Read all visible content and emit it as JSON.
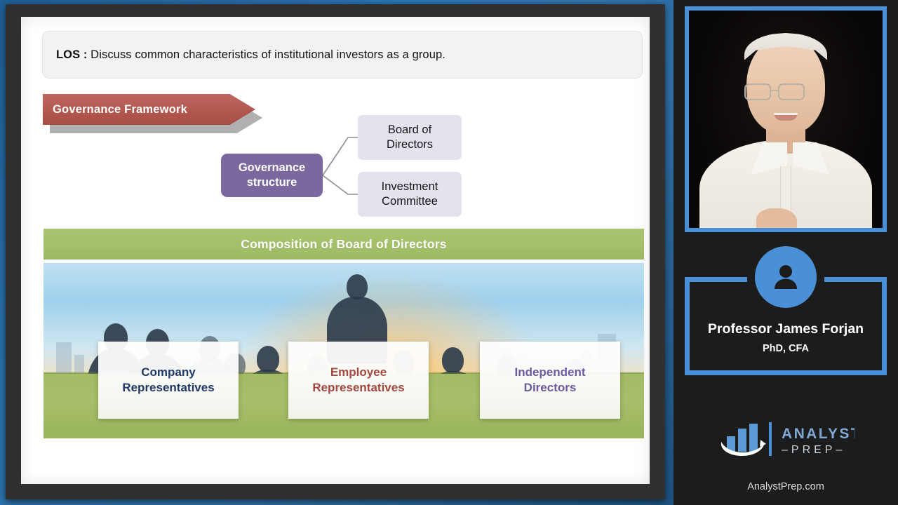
{
  "slide": {
    "los": {
      "label": "LOS :",
      "text": " Discuss common characteristics of institutional investors as a group."
    },
    "banner": {
      "label": "Governance Framework",
      "color": "#b2584f"
    },
    "diagram": {
      "root": {
        "line1": "Governance",
        "line2": "structure",
        "color": "#7a689f"
      },
      "leaves": [
        {
          "line1": "Board of",
          "line2": "Directors"
        },
        {
          "line1": "Investment",
          "line2": "Committee"
        }
      ],
      "leaf_color": "#e4e2ec"
    },
    "section": {
      "header": "Composition of Board of Directors",
      "color": "#a3bf68"
    },
    "cards": [
      {
        "line1": "Company",
        "line2": "Representatives",
        "color": "#1f3864"
      },
      {
        "line1": "Employee",
        "line2": "Representatives",
        "color": "#a4473f"
      },
      {
        "line1": "Independent",
        "line2": "Directors",
        "color": "#6d5a9e"
      }
    ]
  },
  "sidebar": {
    "video": {
      "alt": "presenter-video"
    },
    "presenter": {
      "name": "Professor James Forjan",
      "credentials": "PhD, CFA"
    },
    "brand": {
      "name_top": "ANALYST",
      "name_bottom": "PREP",
      "dash_left": "–",
      "dash_right": "–",
      "url": "AnalystPrep.com",
      "accent": "#4a90d9"
    }
  }
}
